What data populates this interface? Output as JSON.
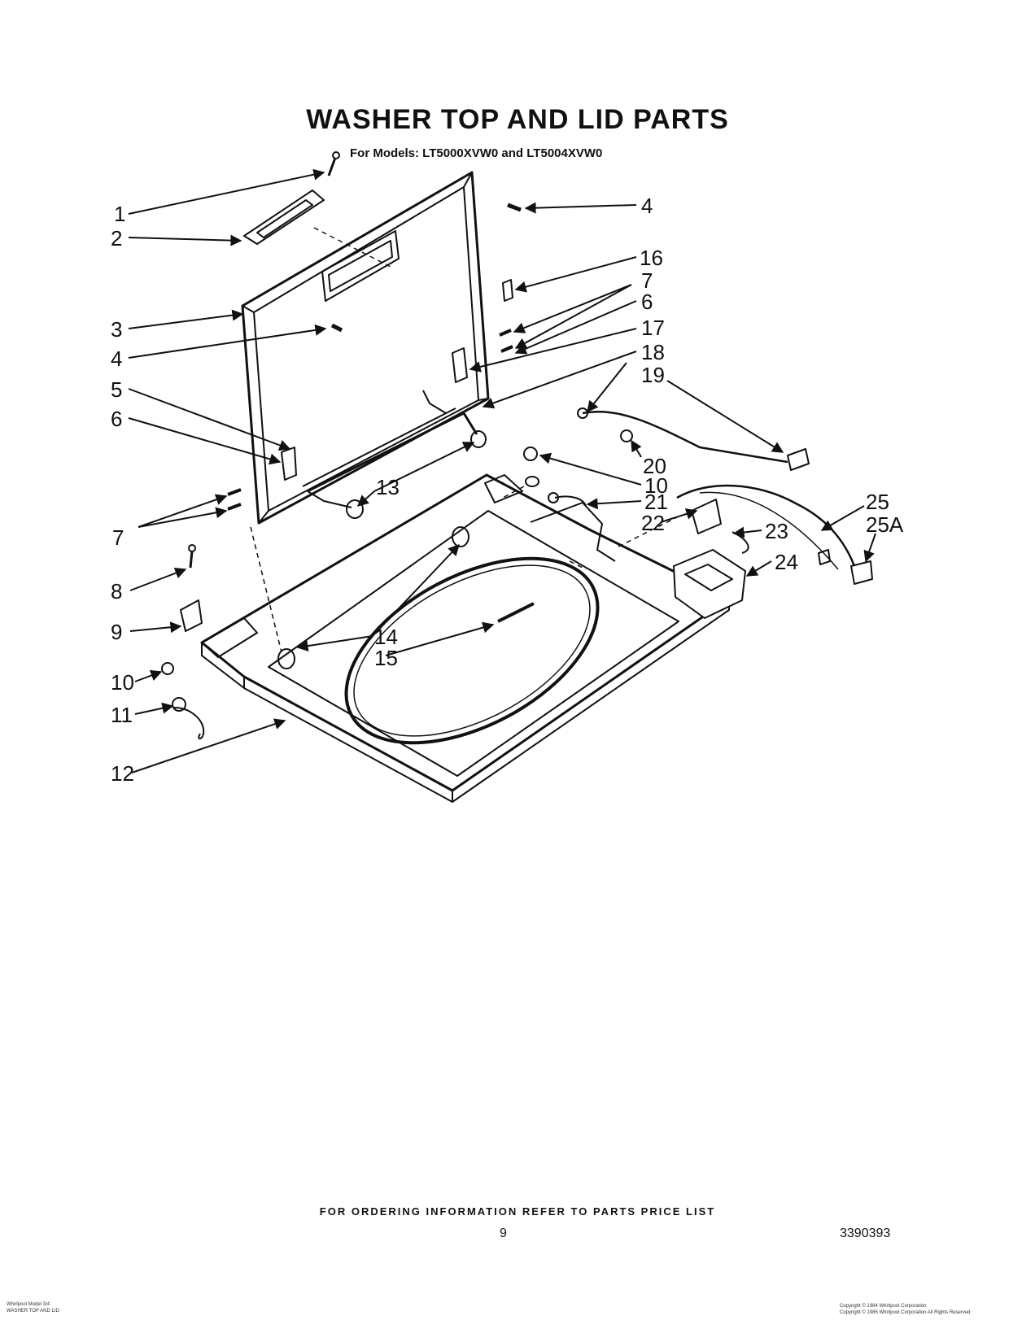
{
  "header": {
    "title": "WASHER TOP AND LID PARTS",
    "subtitle": "For Models: LT5000XVW0 and LT5004XVW0"
  },
  "callouts": [
    {
      "id": "c1",
      "label": "1"
    },
    {
      "id": "c2",
      "label": "2"
    },
    {
      "id": "c3",
      "label": "3"
    },
    {
      "id": "c4a",
      "label": "4"
    },
    {
      "id": "c4b",
      "label": "4"
    },
    {
      "id": "c5",
      "label": "5"
    },
    {
      "id": "c6a",
      "label": "6"
    },
    {
      "id": "c6b",
      "label": "6"
    },
    {
      "id": "c7a",
      "label": "7"
    },
    {
      "id": "c7b",
      "label": "7"
    },
    {
      "id": "c8",
      "label": "8"
    },
    {
      "id": "c9",
      "label": "9"
    },
    {
      "id": "c10a",
      "label": "10"
    },
    {
      "id": "c10b",
      "label": "10"
    },
    {
      "id": "c11",
      "label": "11"
    },
    {
      "id": "c12",
      "label": "12"
    },
    {
      "id": "c13",
      "label": "13"
    },
    {
      "id": "c14",
      "label": "14"
    },
    {
      "id": "c15",
      "label": "15"
    },
    {
      "id": "c16",
      "label": "16"
    },
    {
      "id": "c17",
      "label": "17"
    },
    {
      "id": "c18",
      "label": "18"
    },
    {
      "id": "c19",
      "label": "19"
    },
    {
      "id": "c20",
      "label": "20"
    },
    {
      "id": "c21",
      "label": "21"
    },
    {
      "id": "c22",
      "label": "22"
    },
    {
      "id": "c23",
      "label": "23"
    },
    {
      "id": "c24",
      "label": "24"
    },
    {
      "id": "c25",
      "label": "25"
    },
    {
      "id": "c25a",
      "label": "25A"
    }
  ],
  "footer": {
    "ordering": "FOR ORDERING INFORMATION REFER TO PARTS PRICE LIST",
    "page_number": "9",
    "doc_number": "3390393",
    "fine_left_1": "Whirlpool Model 3/4",
    "fine_left_2": "WASHER TOP AND LID",
    "fine_right_1": "Copyright © 1984 Whirlpool Corporation",
    "fine_right_2": "Copyright © 1985 Whirlpool Corporation All Rights Reserved"
  },
  "colors": {
    "ink": "#111111",
    "paper": "#ffffff"
  }
}
